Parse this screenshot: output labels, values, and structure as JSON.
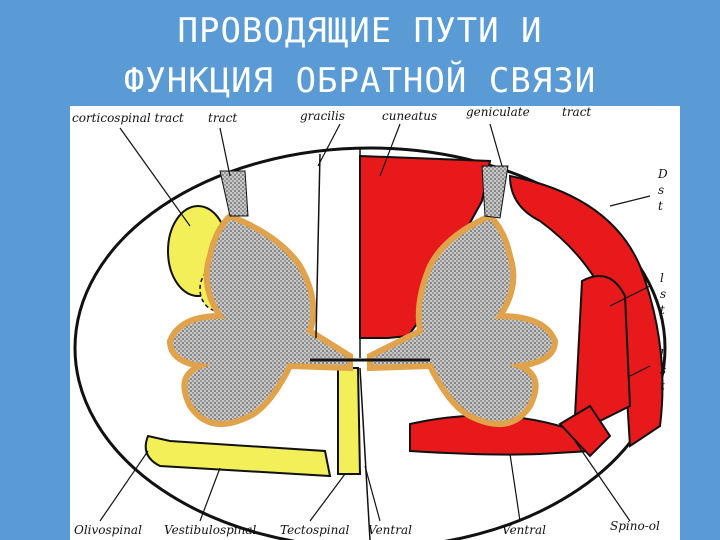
{
  "title": {
    "line1": "ПРОВОДЯЩИЕ ПУТИ И",
    "line2": "ФУНКЦИЯ ОБРАТНОЙ СВЯЗИ"
  },
  "figure": {
    "top_labels": {
      "corticospinal": "corticospinal tract",
      "tract": "tract",
      "gracilis": "gracilis",
      "cuneatus": "cuneatus",
      "geniculate": "geniculate",
      "tract_right": "tract"
    },
    "right_labels": {
      "r1a": "D",
      "r1b": "s",
      "r1c": "t",
      "r2a": "l",
      "r2b": "s",
      "r2c": "t",
      "r3a": "l",
      "r3b": "s",
      "r3c": "t"
    },
    "bottom_labels": {
      "olivospinal": "Olivospinal",
      "vestibulospinal": "Vestibulospinal",
      "tectospinal": "Tectospinal",
      "ventral_left": "Ventral",
      "ventral_right": "Ventral",
      "spino_ol": "Spino-ol"
    },
    "colors": {
      "ascending": "#e8191a",
      "descending": "#f2ef59",
      "gray_matter": "#bdbdbd",
      "gray_border": "#e0a24a"
    }
  }
}
